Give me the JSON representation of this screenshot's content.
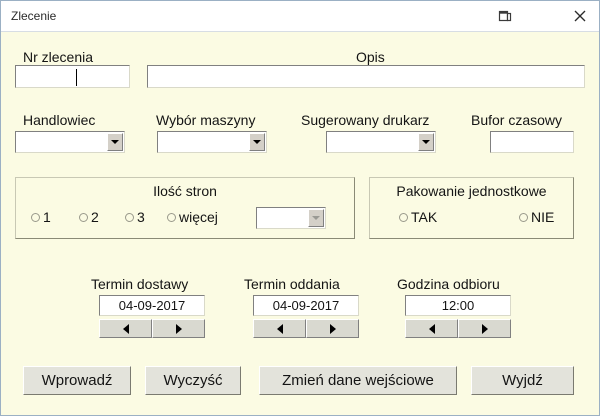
{
  "window": {
    "title": "Zlecenie",
    "body_bg": "#fbfbe3",
    "titlebar_bg": "#ffffff",
    "border_color": "#9bb0c4"
  },
  "titlebar_buttons": {
    "restore_icon": "restore-window-icon",
    "close_icon": "close-icon",
    "close_glyph": "✕"
  },
  "top_fields": [
    {
      "label": "Nr zlecenia",
      "value": "",
      "placeholder": ""
    },
    {
      "label": "Opis",
      "value": "",
      "placeholder": ""
    }
  ],
  "selectors": [
    {
      "label": "Handlowiec",
      "value": "",
      "type": "combobox"
    },
    {
      "label": "Wybór maszyny",
      "value": "",
      "type": "combobox"
    },
    {
      "label": "Sugerowany drukarz",
      "value": "",
      "type": "combobox"
    },
    {
      "label": "Bufor czasowy",
      "value": "",
      "type": "textbox"
    }
  ],
  "pages_group": {
    "title": "Ilość stron",
    "options": [
      {
        "label": "1",
        "selected": false
      },
      {
        "label": "2",
        "selected": false
      },
      {
        "label": "3",
        "selected": false
      },
      {
        "label": "więcej",
        "selected": false
      }
    ],
    "extra_combo": {
      "value": "",
      "disabled": true
    }
  },
  "packaging_group": {
    "title": "Pakowanie jednostkowe",
    "options": [
      {
        "label": "TAK",
        "selected": false
      },
      {
        "label": "NIE",
        "selected": false
      }
    ]
  },
  "datetime_fields": [
    {
      "label": "Termin dostawy",
      "value": "04-09-2017",
      "prev_icon": "triangle-left-icon",
      "next_icon": "triangle-right-icon"
    },
    {
      "label": "Termin oddania",
      "value": "04-09-2017",
      "prev_icon": "triangle-left-icon",
      "next_icon": "triangle-right-icon"
    },
    {
      "label": "Godzina odbioru",
      "value": "12:00",
      "prev_icon": "triangle-left-icon",
      "next_icon": "triangle-right-icon"
    }
  ],
  "action_buttons": [
    {
      "label": "Wprowadź"
    },
    {
      "label": "Wyczyść"
    },
    {
      "label": "Zmień dane wejściowe"
    },
    {
      "label": "Wyjdź"
    }
  ]
}
